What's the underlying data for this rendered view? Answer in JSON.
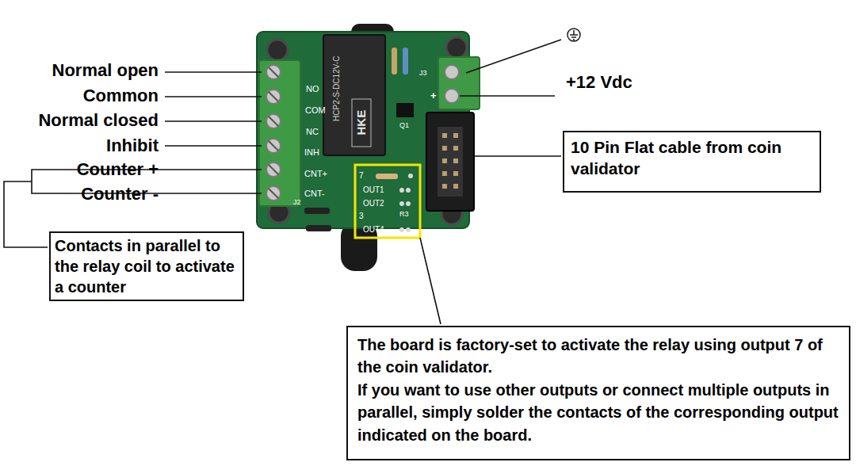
{
  "diagram": {
    "nodes": [
      {
        "text": [
          "10 Pin Flat cable from coin validator"
        ]
      },
      {
        "text": [
          "Contacts in parallel to the relay coil to activate a counter"
        ]
      },
      {
        "text": [
          "The board is factory-set to activate the relay using output 7 of the coin validator.",
          "If you want to use other outputs or connect multiple outputs in parallel, simply solder the contacts of the corresponding output indicated on the board."
        ]
      }
    ],
    "labels": [
      "Normal open",
      "Common",
      "Normal closed",
      "Inhibit",
      "Counter +",
      "Counter -",
      "+12 Vdc",
      "NO",
      "COM",
      "NC",
      "INH",
      "CNT+",
      "CNT-",
      "HCP2-S-DC12V-C",
      "HKE",
      "J3",
      "+",
      "7",
      "OUT1",
      "OUT2",
      "3",
      "OUT4",
      "Q1",
      "R3",
      "J2"
    ]
  }
}
